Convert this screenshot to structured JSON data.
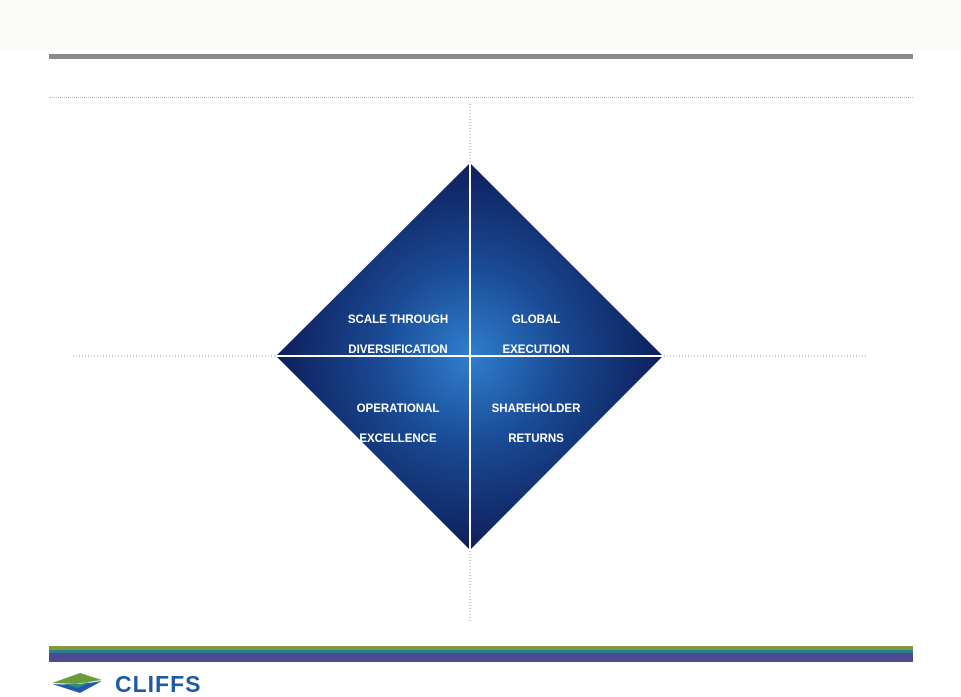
{
  "diagram": {
    "quadrants": [
      {
        "id": "top-left",
        "line1": "SCALE THROUGH",
        "line2": "DIVERSIFICATION"
      },
      {
        "id": "top-right",
        "line1": "GLOBAL",
        "line2": "EXECUTION"
      },
      {
        "id": "bottom-left",
        "line1": "OPERATIONAL",
        "line2": "EXCELLENCE"
      },
      {
        "id": "bottom-right",
        "line1": "SHAREHOLDER",
        "line2": "RETURNS"
      }
    ],
    "colors": {
      "center": "#2f7fcf",
      "edge": "#0d1c57"
    }
  },
  "footer": {
    "logo_text": "CLIFFS",
    "colors": {
      "green": "#7e9a3c",
      "teal": "#2d7d8c",
      "purple": "#4b4b93",
      "logo_blue": "#1f5aa8"
    }
  }
}
